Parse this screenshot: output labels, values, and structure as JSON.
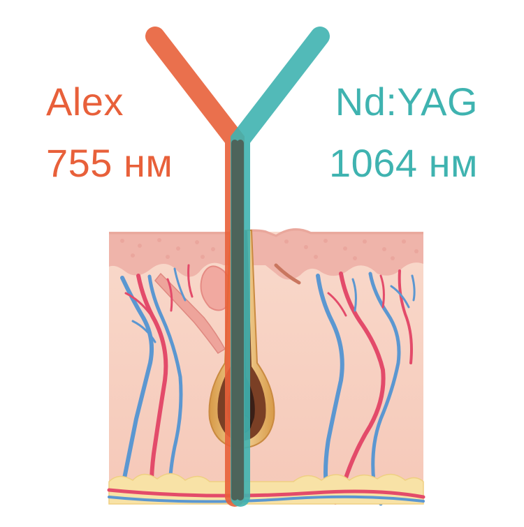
{
  "labels": {
    "alex_name": "Alex",
    "alex_wavelength": "755 нм",
    "ndyag_name": "Nd:YAG",
    "ndyag_wavelength": "1064 нм"
  },
  "colors": {
    "alex": "#e8603a",
    "ndyag": "#3fb3b0",
    "skin_dermis": "#f7d3c4",
    "epidermis": "#f0b3a9",
    "fat": "#f8e2a6",
    "artery": "#e34b6a",
    "vein": "#5b97d1",
    "hair": "#3a1f17"
  }
}
